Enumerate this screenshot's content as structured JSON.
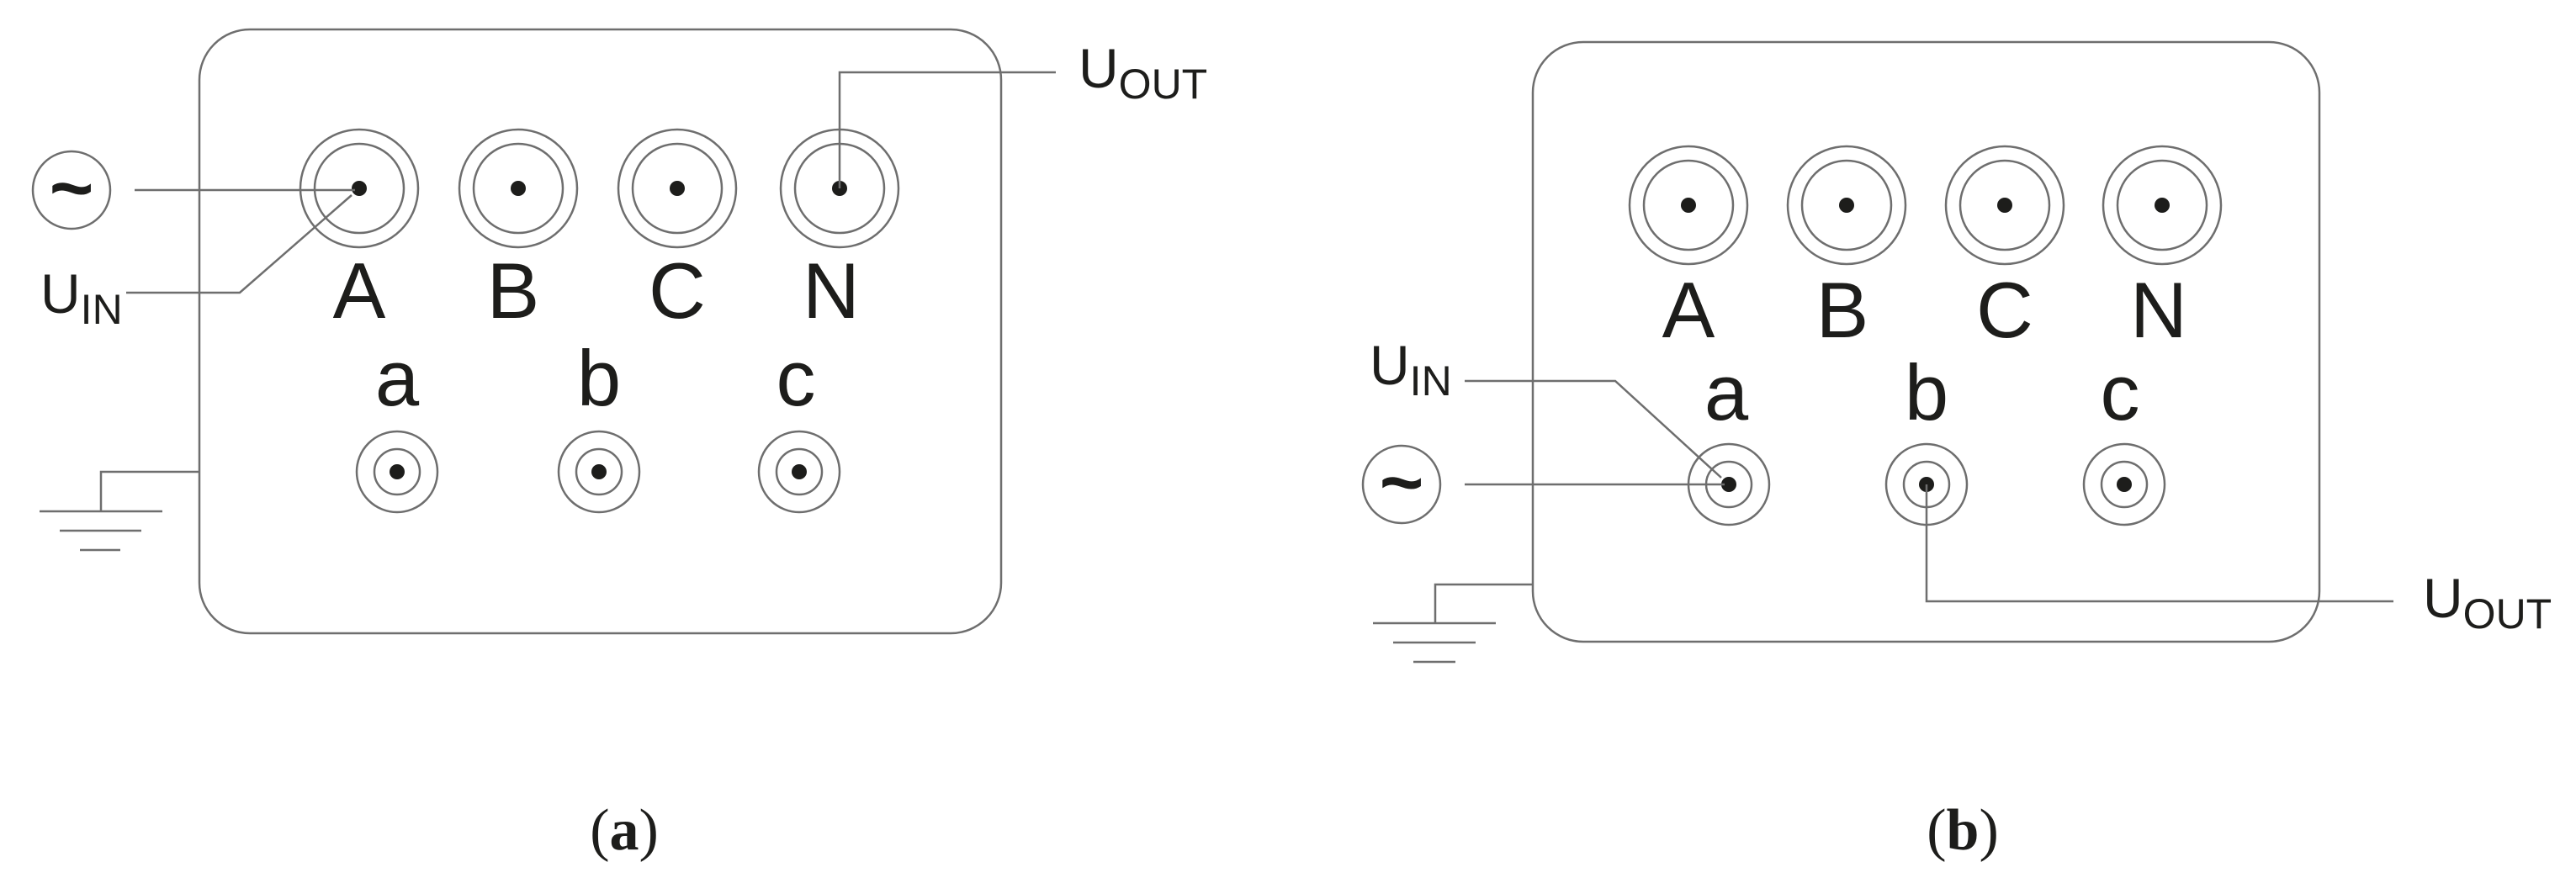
{
  "colors": {
    "line": "#6e6e6e",
    "ink": "#1d1d1b",
    "background": "#ffffff"
  },
  "symbols": {
    "ac_source": "~"
  },
  "panel_a": {
    "caption_open": "(",
    "caption_letter": "a",
    "caption_close": ")",
    "hv_terminals": [
      "A",
      "B",
      "C",
      "N"
    ],
    "lv_terminals": [
      "a",
      "b",
      "c"
    ],
    "u_in": {
      "main": "U",
      "sub": "IN"
    },
    "u_out": {
      "main": "U",
      "sub": "OUT"
    }
  },
  "panel_b": {
    "caption_open": "(",
    "caption_letter": "b",
    "caption_close": ")",
    "hv_terminals": [
      "A",
      "B",
      "C",
      "N"
    ],
    "lv_terminals": [
      "a",
      "b",
      "c"
    ],
    "u_in": {
      "main": "U",
      "sub": "IN"
    },
    "u_out": {
      "main": "U",
      "sub": "OUT"
    }
  }
}
